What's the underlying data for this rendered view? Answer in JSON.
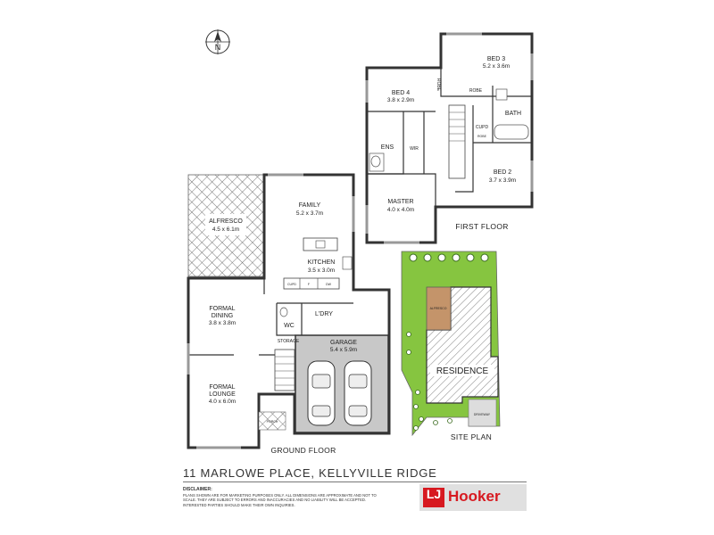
{
  "compass": {
    "label": "N",
    "icon": "north-arrow-icon"
  },
  "first_floor": {
    "title": "FIRST FLOOR",
    "rooms": {
      "bed3": {
        "name": "BED 3",
        "dim": "5.2 x 3.6m"
      },
      "bed4": {
        "name": "BED 4",
        "dim": "3.8 x 2.9m"
      },
      "bath": {
        "name": "BATH"
      },
      "robe1": {
        "name": "ROBE"
      },
      "robe2": {
        "name": "ROBE"
      },
      "robe3": {
        "name": "ROBE"
      },
      "cupd": {
        "name": "CUPD"
      },
      "ens": {
        "name": "ENS"
      },
      "wir": {
        "name": "WIR"
      },
      "bed2": {
        "name": "BED 2",
        "dim": "3.7 x 3.9m"
      },
      "master": {
        "name": "MASTER",
        "dim": "4.0 x 4.0m"
      }
    }
  },
  "ground_floor": {
    "title": "GROUND FLOOR",
    "rooms": {
      "alfresco": {
        "name": "ALFRESCO",
        "dim": "4.5 x 6.1m"
      },
      "family": {
        "name": "FAMILY",
        "dim": "5.2 x 3.7m"
      },
      "kitchen": {
        "name": "KITCHEN",
        "dim": "3.5 x 3.0m"
      },
      "cupd": {
        "name": "CUPD"
      },
      "fridge": {
        "name": "F"
      },
      "dw": {
        "name": "DW"
      },
      "dining": {
        "name1": "FORMAL",
        "name2": "DINING",
        "dim": "3.8 x 3.8m"
      },
      "wc": {
        "name": "WC"
      },
      "ldry": {
        "name": "L'DRY"
      },
      "storage": {
        "name": "STORAGE"
      },
      "garage": {
        "name": "GARAGE",
        "dim": "5.4 x 5.9m"
      },
      "lounge": {
        "name1": "FORMAL",
        "name2": "LOUNGE",
        "dim": "4.0 x 6.0m"
      },
      "porch": {
        "name": "PORCH"
      }
    }
  },
  "site_plan": {
    "title": "SITE PLAN",
    "residence": "RESIDENCE",
    "alfresco": "ALFRESCO",
    "driveway": "DRIVEWAY"
  },
  "address": "11 MARLOWE PLACE, KELLYVILLE RIDGE",
  "disclaimer": {
    "heading": "DISCLAIMER:",
    "body": "PLANS SHOWN ARE FOR MARKETING PURPOSES ONLY. ALL DIMENSIONS ARE APPROXIMATE AND NOT TO SCALE. THEY ARE SUBJECT TO ERRORS AND INACCURACIES AND NO LIABILITY WILL BE ACCEPTED. INTERESTED PARTIES SHOULD MAKE THEIR OWN INQUIRIES."
  },
  "brand": {
    "mark": "LJ",
    "name": "Hooker",
    "color": "#d71920"
  },
  "colors": {
    "lawn": "#86c540",
    "alfresco_site": "#c4946a",
    "wall": "#333333",
    "garage_floor": "#c8c8c8"
  }
}
